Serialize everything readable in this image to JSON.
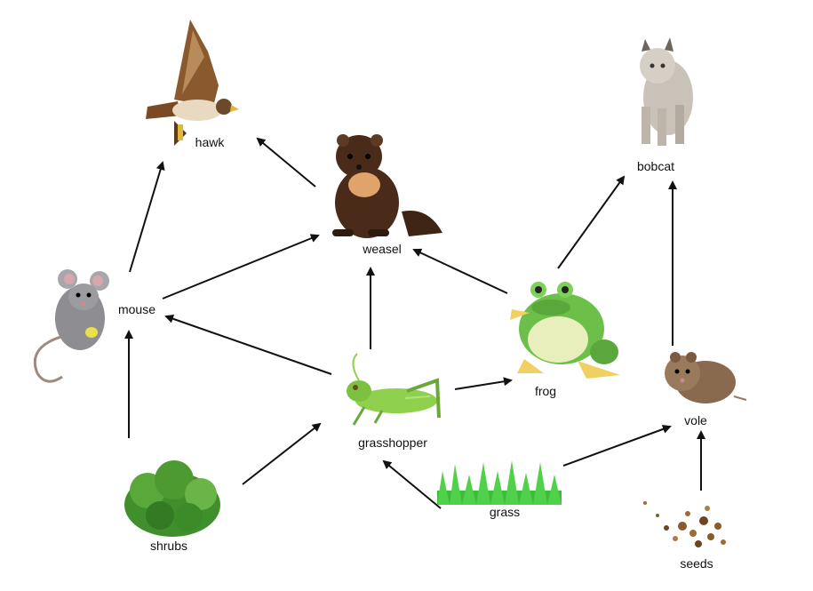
{
  "organisms": {
    "hawk": "hawk",
    "weasel": "weasel",
    "bobcat": "bobcat",
    "mouse": "mouse",
    "frog": "frog",
    "grasshopper": "grasshopper",
    "vole": "vole",
    "shrubs": "shrubs",
    "grass": "grass",
    "seeds": "seeds"
  },
  "links": [
    {
      "from": "mouse",
      "to": "hawk"
    },
    {
      "from": "weasel",
      "to": "hawk"
    },
    {
      "from": "mouse",
      "to": "weasel"
    },
    {
      "from": "grasshopper",
      "to": "weasel"
    },
    {
      "from": "frog",
      "to": "weasel"
    },
    {
      "from": "frog",
      "to": "bobcat"
    },
    {
      "from": "vole",
      "to": "bobcat"
    },
    {
      "from": "shrubs",
      "to": "mouse"
    },
    {
      "from": "grasshopper",
      "to": "mouse"
    },
    {
      "from": "grasshopper",
      "to": "frog"
    },
    {
      "from": "shrubs",
      "to": "grasshopper"
    },
    {
      "from": "grass",
      "to": "grasshopper"
    },
    {
      "from": "grass",
      "to": "vole"
    },
    {
      "from": "seeds",
      "to": "vole"
    }
  ],
  "colors": {
    "arrow": "#111111",
    "hawk_brown": "#7a4a24",
    "weasel_brown": "#4a2b1a",
    "weasel_chest": "#e0a36a",
    "bobcat_gray": "#c9c2b8",
    "mouse_gray": "#8e8e92",
    "frog_green": "#6cc04a",
    "grasshopper_green": "#8fd14f",
    "vole_brown": "#8a6a4e",
    "shrub_green": "#3f8f2c",
    "grass_green": "#3dbb3a",
    "seed_brown": "#8b5a2b"
  }
}
